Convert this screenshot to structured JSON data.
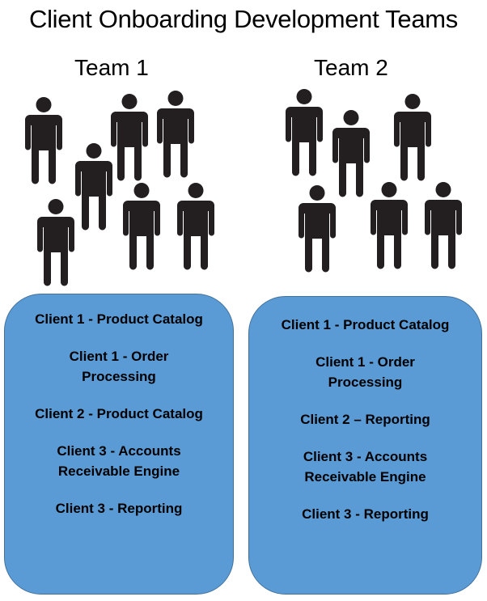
{
  "title": "Client Onboarding Development Teams",
  "teams": [
    {
      "label": "Team 1",
      "member_count": 7,
      "box_color": "#5b9bd5",
      "items": [
        "Client 1 - Product Catalog",
        "Client 1 - Order Processing",
        "Client 2 - Product Catalog",
        "Client 3 - Accounts Receivable Engine",
        "Client 3 - Reporting"
      ]
    },
    {
      "label": "Team 2",
      "member_count": 6,
      "box_color": "#5b9bd5",
      "items": [
        "Client 1 - Product Catalog",
        "Client 1 - Order Processing",
        "Client 2 – Reporting",
        "Client 3 - Accounts Receivable Engine",
        "Client 3 - Reporting"
      ]
    }
  ],
  "icons": {
    "person": "person-icon"
  }
}
